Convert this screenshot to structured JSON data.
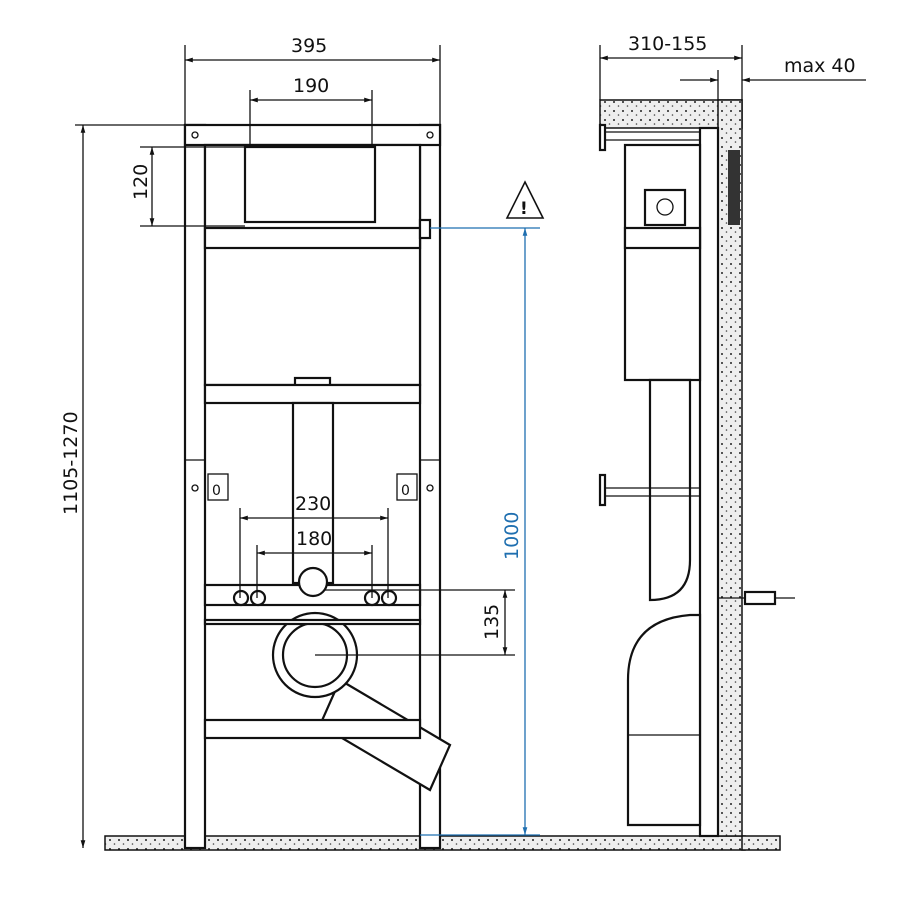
{
  "title": "Wall-hung WC installation frame dimensions",
  "dimensions": {
    "frame_width": "395",
    "plate_width": "190",
    "plate_height": "120",
    "frame_height": "1105-1270",
    "outer_connections": "230",
    "inner_connections": "180",
    "drain_offset": "135",
    "reference_height": "1000",
    "depth": "310-155",
    "max_wall": "max 40"
  },
  "markers": {
    "left_zero": "0",
    "right_zero": "0",
    "warning": "!"
  },
  "colors": {
    "reference_line": "#1f6fb0",
    "lines": "#111111"
  }
}
